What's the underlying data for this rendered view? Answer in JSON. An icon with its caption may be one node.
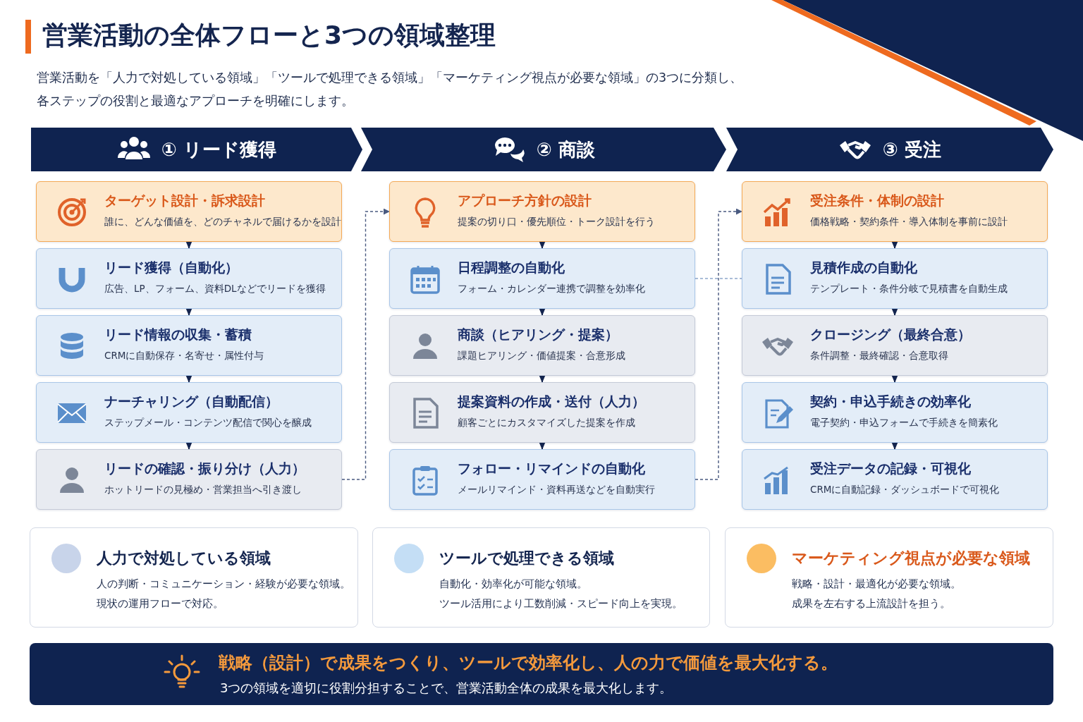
{
  "diagram": {
    "title": "営業活動の全体フローと3つの領域整理",
    "nodes": [
      {
        "text": [
          "① リード獲得"
        ]
      },
      {
        "text": [
          "ターゲット設計・訴求設計",
          "誰に、どんな価値を、どのチャネルで届けるかを設計"
        ]
      },
      {
        "text": [
          "リード獲得（自動化）",
          "広告、LP、フォーム、資料DLなどでリードを獲得"
        ]
      },
      {
        "text": [
          "リード情報の収集・蓄積",
          "CRMに自動保存・名寄せ・属性付与"
        ]
      },
      {
        "text": [
          "ナーチャリング（自動配信）",
          "ステップメール・コンテンツ配信で関心を醸成"
        ]
      },
      {
        "text": [
          "リードの確認・振り分け（人力）",
          "ホットリードの見極め・営業担当へ引き渡し"
        ]
      },
      {
        "text": [
          "② 商談"
        ]
      },
      {
        "text": [
          "アプローチ方針の設計",
          "提案の切り口・優先順位・トーク設計を行う"
        ]
      },
      {
        "text": [
          "日程調整の自動化",
          "フォーム・カレンダー連携で調整を効率化"
        ]
      },
      {
        "text": [
          "商談（ヒアリング・提案）",
          "課題ヒアリング・価値提案・合意形成"
        ]
      },
      {
        "text": [
          "提案資料の作成・送付（人力）",
          "顧客ごとにカスタマイズした提案を作成"
        ]
      },
      {
        "text": [
          "フォロー・リマインドの自動化",
          "メールリマインド・資料再送などを自動実行"
        ]
      },
      {
        "text": [
          "③ 受注"
        ]
      },
      {
        "text": [
          "受注条件・体制の設計",
          "価格戦略・契約条件・導入体制を事前に設計"
        ]
      },
      {
        "text": [
          "見積作成の自動化",
          "テンプレート・条件分岐で見積書を自動生成"
        ]
      },
      {
        "text": [
          "クロージング（最終合意）",
          "条件調整・最終確認・合意取得"
        ]
      },
      {
        "text": [
          "契約・申込手続きの効率化",
          "電子契約・申込フォームで手続きを簡素化"
        ]
      },
      {
        "text": [
          "受注データの記録・可視化",
          "CRMに自動記録・ダッシュボードで可視化"
        ]
      }
    ],
    "edges": [
      {
        "from": 1,
        "to": 2,
        "arrow": "to"
      },
      {
        "from": 2,
        "to": 3,
        "arrow": "to"
      },
      {
        "from": 3,
        "to": 4,
        "arrow": "to"
      },
      {
        "from": 4,
        "to": 5,
        "arrow": "to"
      },
      {
        "from": 5,
        "to": 7,
        "arrow": "to",
        "style": "dashed",
        "color": "#4a5a80"
      },
      {
        "from": 7,
        "to": 8,
        "arrow": "to"
      },
      {
        "from": 8,
        "to": 9,
        "arrow": "to"
      },
      {
        "from": 9,
        "to": 10,
        "arrow": "to"
      },
      {
        "from": 10,
        "to": 11,
        "arrow": "to"
      },
      {
        "from": 8,
        "to": 14,
        "arrow": "none",
        "style": "dashed",
        "color": "#8fa6cc"
      },
      {
        "from": 11,
        "to": 13,
        "arrow": "to",
        "style": "dashed",
        "color": "#4a5a80"
      },
      {
        "from": 13,
        "to": 14,
        "arrow": "to"
      },
      {
        "from": 14,
        "to": 15,
        "arrow": "to"
      },
      {
        "from": 15,
        "to": 16,
        "arrow": "to"
      },
      {
        "from": 16,
        "to": 17,
        "arrow": "to"
      }
    ],
    "labels": [
      "営業活動を「人力で対処している領域」「ツールで処理できる領域」「マーケティング視点が必要な領域」の3つに分類し、各ステップの役割と最適なアプローチを明確にします。",
      "人の判断・コミュニケーション・経験が必要な領域。",
      "現状の運用フローで対応。",
      "自動化・効率化が可能な領域。",
      "ツール活用により工数削減・スピード向上を実現。",
      "戦略・設計・最適化が必要な領域。",
      "成果を左右する上流設計を担う。",
      "戦略（設計）で成果をつくり、ツールで効率化し、人の力で価値を最大化する。",
      "3つの領域を適切に役割分担することで、営業活動全体の成果を最大化します。"
    ],
    "legend": [
      {
        "text": "人力で対処している領域",
        "color": "#c8d4ea"
      },
      {
        "text": "ツールで処理できる領域",
        "color": "#c4def5"
      },
      {
        "text": "マーケティング視点が必要な領域",
        "color": "#fbbd62"
      }
    ]
  }
}
